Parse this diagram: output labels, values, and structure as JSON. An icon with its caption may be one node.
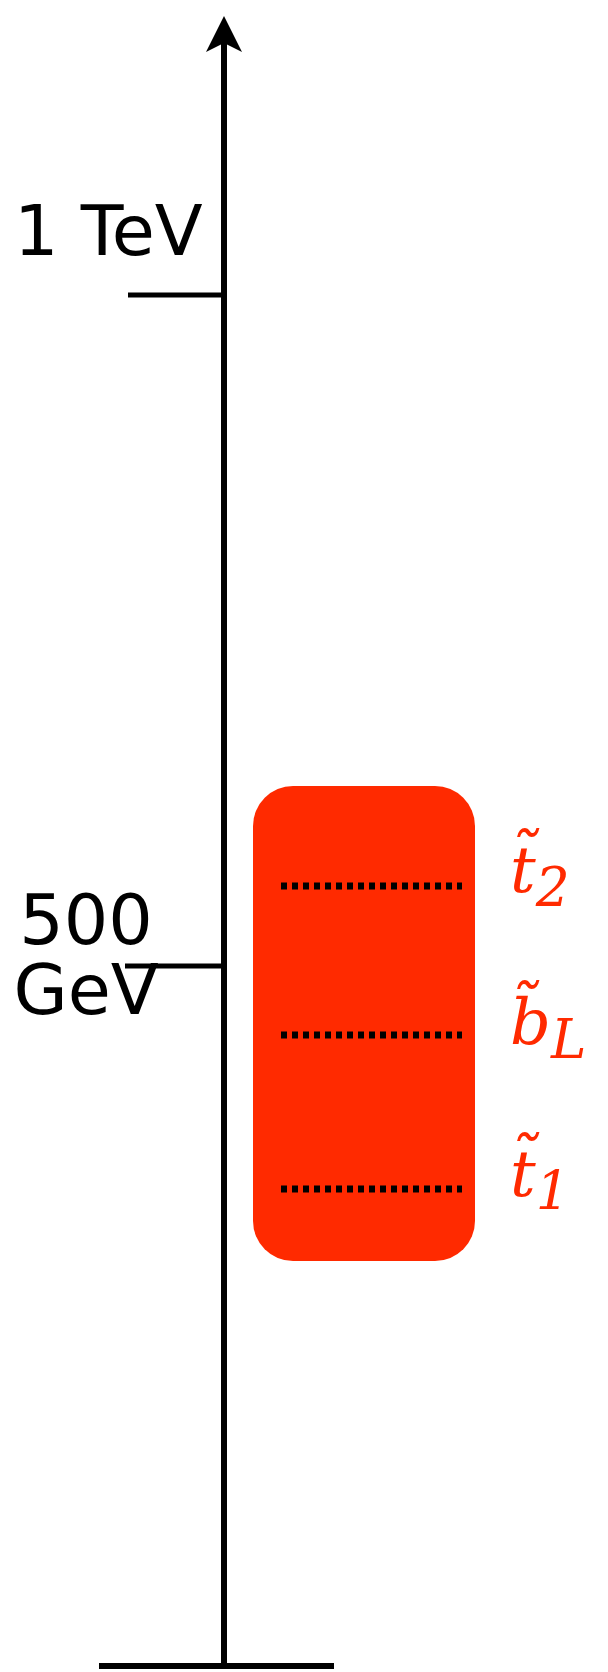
{
  "diagram": {
    "labels": [
      "1 TeV",
      "500 GeV",
      "t̃$_{2}$",
      "b̃$_{L}$",
      "t̃$_{1}$"
    ]
  }
}
